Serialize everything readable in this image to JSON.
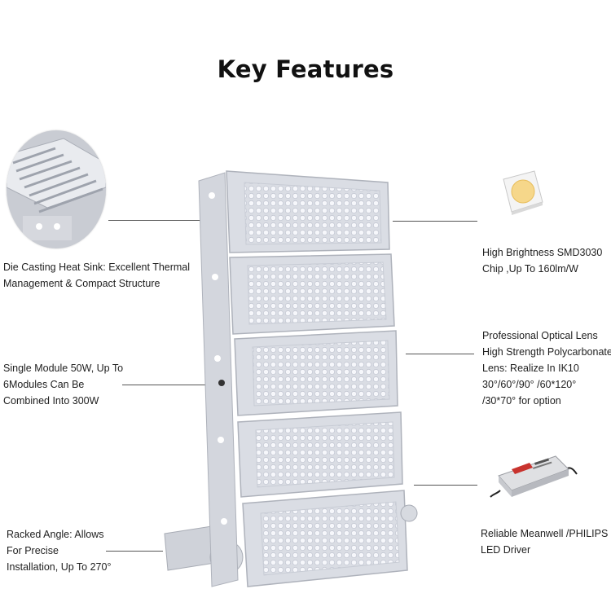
{
  "title": "Key Features",
  "features": {
    "heat_sink": [
      "Die Casting Heat Sink: Excellent Thermal",
      "Management & Compact Structure"
    ],
    "module": [
      "Single Module 50W, Up To",
      "6Modules Can Be",
      "Combined Into 300W"
    ],
    "angle": [
      "Racked Angle: Allows",
      "For Precise",
      "Installation, Up To 270°"
    ],
    "chip": [
      "High Brightness SMD3030",
      "Chip ,Up To 160lm/W"
    ],
    "lens": [
      "Professional Optical Lens",
      "High Strength Polycarbonate",
      "Lens: Realize In IK10",
      "30°/60°/90° /60*120°",
      "/30*70° for option"
    ],
    "driver": [
      "Reliable Meanwell /PHILIPS",
      "LED Driver"
    ]
  },
  "icons": {
    "heat_sink": "heat-sink-photo",
    "chip": "smd-chip-photo",
    "driver": "led-driver-photo",
    "lamp": "flood-light-photo"
  },
  "colors": {
    "housing": "#d9dce3",
    "lens": "#eef0f6",
    "chip_yellow": "#f6d78a"
  }
}
